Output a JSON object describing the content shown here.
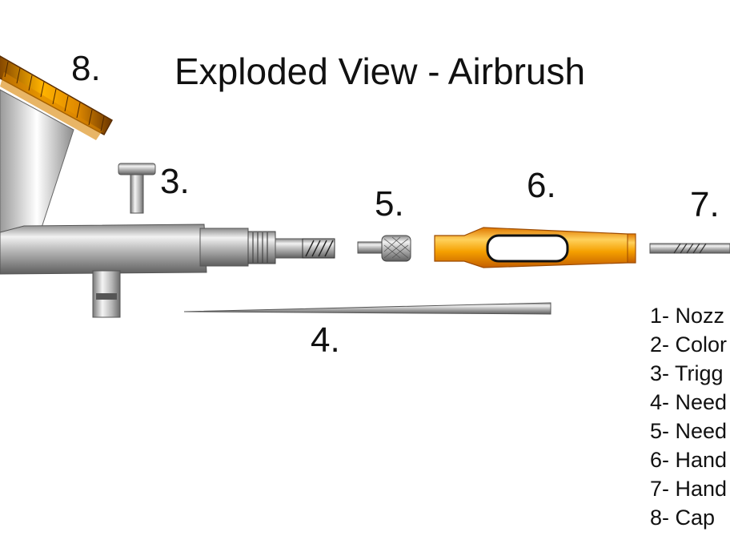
{
  "title": "Exploded View - Airbrush",
  "callouts": {
    "n8": "8.",
    "n3": "3.",
    "n5": "5.",
    "n6": "6.",
    "n7": "7.",
    "n4": "4."
  },
  "legend": [
    "1- Nozz",
    "2- Color",
    "3- Trigg",
    "4- Need",
    "5- Need",
    "6- Hand",
    "7- Hand",
    "8- Cap"
  ]
}
